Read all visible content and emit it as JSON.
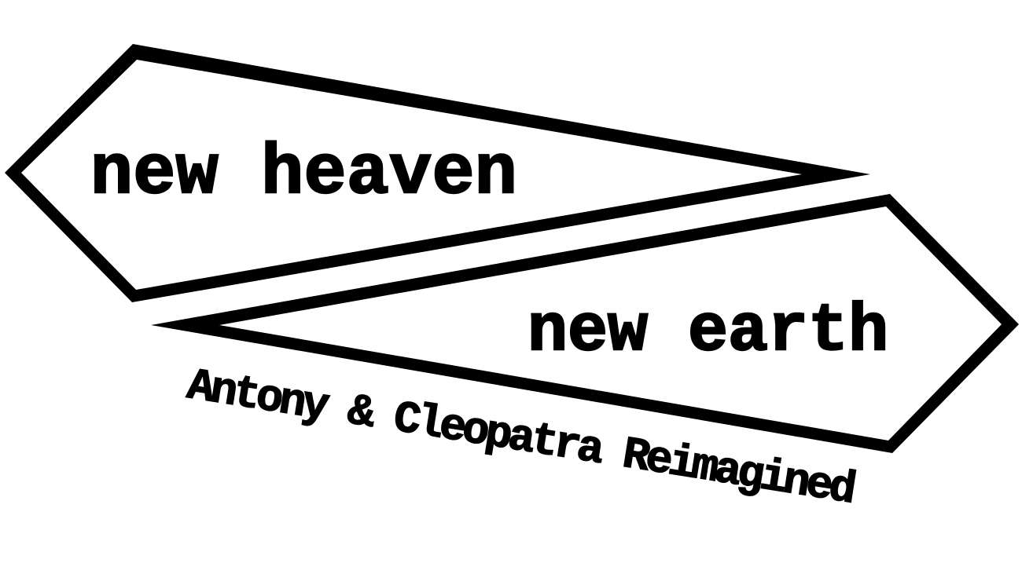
{
  "logo": {
    "top_banner_text": "new heaven",
    "bottom_banner_text": "new earth",
    "tagline": "Antony & Cleopatra Reimagined"
  },
  "colors": {
    "ink": "#000000",
    "background": "#ffffff"
  }
}
